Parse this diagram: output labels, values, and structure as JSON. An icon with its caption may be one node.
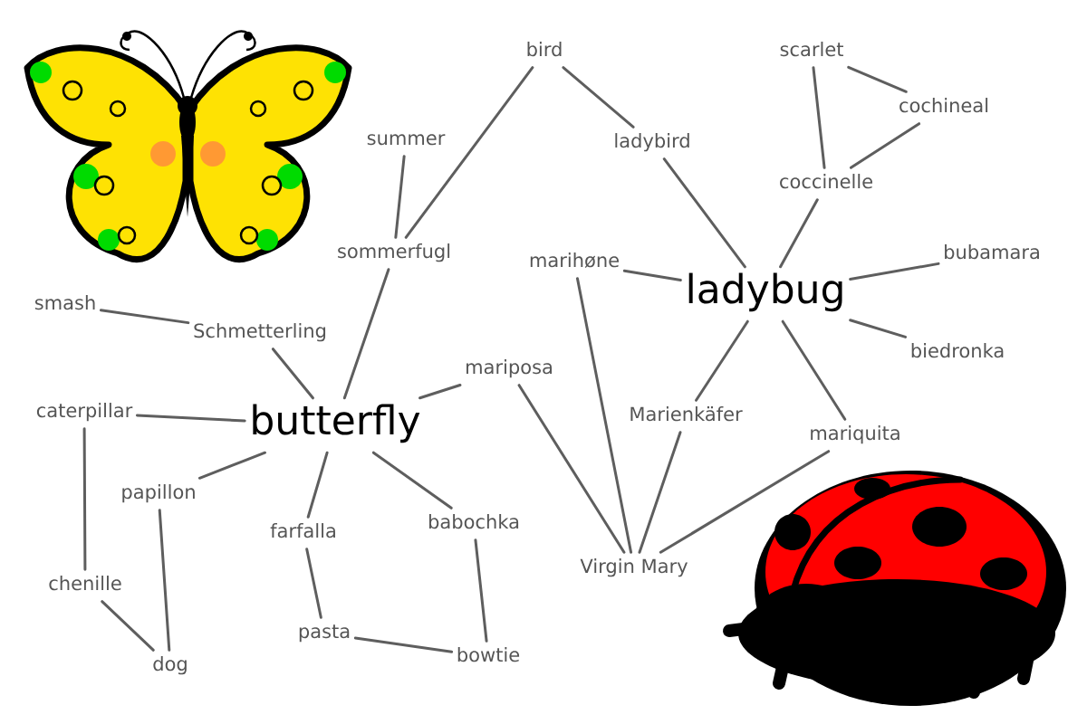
{
  "diagram": {
    "nodes": [
      {
        "text": [
          "butterfly"
        ]
      },
      {
        "text": [
          "ladybug"
        ]
      },
      {
        "text": [
          "summer"
        ]
      },
      {
        "text": [
          "sommerfugl"
        ]
      },
      {
        "text": [
          "bird"
        ]
      },
      {
        "text": [
          "ladybird"
        ]
      },
      {
        "text": [
          "scarlet"
        ]
      },
      {
        "text": [
          "cochineal"
        ]
      },
      {
        "text": [
          "coccinelle"
        ]
      },
      {
        "text": [
          "bubamara"
        ]
      },
      {
        "text": [
          "biedronka"
        ]
      },
      {
        "text": [
          "marihøne"
        ]
      },
      {
        "text": [
          "smash"
        ]
      },
      {
        "text": [
          "Schmetterling"
        ]
      },
      {
        "text": [
          "mariposa"
        ]
      },
      {
        "text": [
          "caterpillar"
        ]
      },
      {
        "text": [
          "Marienkäfer"
        ]
      },
      {
        "text": [
          "mariquita"
        ]
      },
      {
        "text": [
          "papillon"
        ]
      },
      {
        "text": [
          "farfalla"
        ]
      },
      {
        "text": [
          "babochka"
        ]
      },
      {
        "text": [
          "Virgin Mary"
        ]
      },
      {
        "text": [
          "chenille"
        ]
      },
      {
        "text": [
          "pasta"
        ]
      },
      {
        "text": [
          "bowtie"
        ]
      },
      {
        "text": [
          "dog"
        ]
      }
    ],
    "edges": [
      {
        "from": 2,
        "to": 3,
        "arrow": "none"
      },
      {
        "from": 3,
        "to": 4,
        "arrow": "none"
      },
      {
        "from": 3,
        "to": 0,
        "arrow": "none"
      },
      {
        "from": 4,
        "to": 5,
        "arrow": "none"
      },
      {
        "from": 5,
        "to": 1,
        "arrow": "none"
      },
      {
        "from": 6,
        "to": 8,
        "arrow": "none"
      },
      {
        "from": 6,
        "to": 7,
        "arrow": "none"
      },
      {
        "from": 7,
        "to": 8,
        "arrow": "none"
      },
      {
        "from": 8,
        "to": 1,
        "arrow": "none"
      },
      {
        "from": 9,
        "to": 1,
        "arrow": "none"
      },
      {
        "from": 10,
        "to": 1,
        "arrow": "none"
      },
      {
        "from": 11,
        "to": 1,
        "arrow": "none"
      },
      {
        "from": 1,
        "to": 16,
        "arrow": "none"
      },
      {
        "from": 1,
        "to": 17,
        "arrow": "none"
      },
      {
        "from": 11,
        "to": 21,
        "arrow": "none"
      },
      {
        "from": 12,
        "to": 13,
        "arrow": "none"
      },
      {
        "from": 13,
        "to": 0,
        "arrow": "none"
      },
      {
        "from": 14,
        "to": 0,
        "arrow": "none"
      },
      {
        "from": 14,
        "to": 21,
        "arrow": "none"
      },
      {
        "from": 15,
        "to": 0,
        "arrow": "none"
      },
      {
        "from": 15,
        "to": 22,
        "arrow": "none"
      },
      {
        "from": 0,
        "to": 18,
        "arrow": "none"
      },
      {
        "from": 0,
        "to": 19,
        "arrow": "none"
      },
      {
        "from": 0,
        "to": 20,
        "arrow": "none"
      },
      {
        "from": 16,
        "to": 21,
        "arrow": "none"
      },
      {
        "from": 17,
        "to": 21,
        "arrow": "none"
      },
      {
        "from": 18,
        "to": 25,
        "arrow": "none"
      },
      {
        "from": 22,
        "to": 25,
        "arrow": "none"
      },
      {
        "from": 19,
        "to": 23,
        "arrow": "none"
      },
      {
        "from": 20,
        "to": 24,
        "arrow": "none"
      },
      {
        "from": 23,
        "to": 24,
        "arrow": "none"
      }
    ]
  }
}
